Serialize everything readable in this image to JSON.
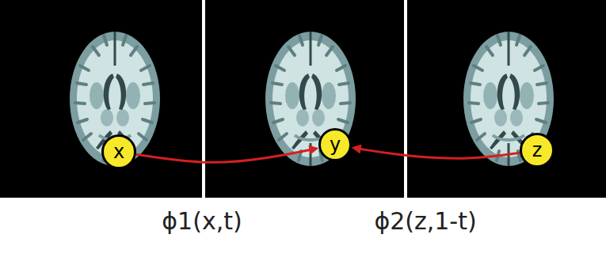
{
  "diagram": {
    "nodes": [
      {
        "text": [
          "x"
        ]
      },
      {
        "text": [
          "y"
        ]
      },
      {
        "text": [
          "z"
        ]
      }
    ],
    "edges": [
      {
        "from": 0,
        "to": 1,
        "arrow": "to"
      },
      {
        "from": 2,
        "to": 1,
        "arrow": "to"
      }
    ],
    "labels": [
      "ϕ1(x,t)",
      "ϕ2(z,1-t)"
    ]
  }
}
